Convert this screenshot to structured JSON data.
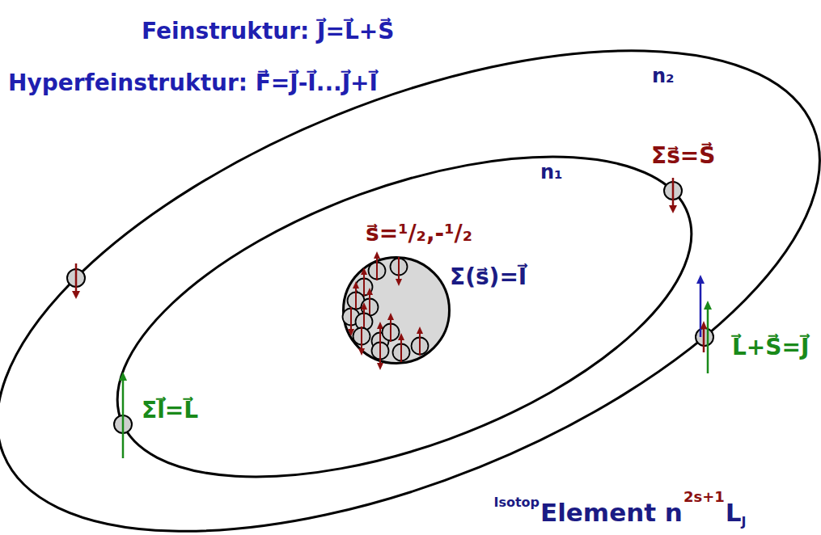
{
  "diagram": {
    "nodes": [
      {
        "text": [
          "Σ(s⃗)=I⃗"
        ]
      }
    ],
    "labels": [
      "Feinstruktur: J⃗=L⃗+S⃗",
      "Hyperfeinstruktur: F⃗=J⃗-I⃗...J⃗+I⃗",
      "n₂",
      "n₁",
      "Σs⃗=S⃗",
      "s⃗=¹/₂,-¹/₂",
      "L⃗+S⃗=J⃗",
      "Σl⃗=L⃗",
      "Isotop",
      "Element n",
      "2s+1",
      "L",
      "J"
    ]
  }
}
